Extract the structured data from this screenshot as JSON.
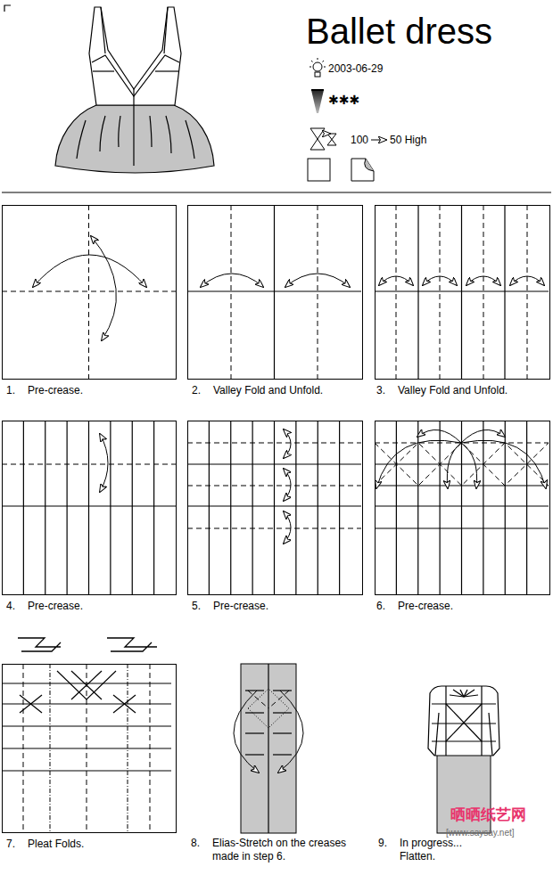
{
  "diagram": {
    "title": "Ballet dress",
    "nodes": [
      {
        "text": [
          "1.",
          "Pre-crease."
        ]
      },
      {
        "text": [
          "2.",
          "Valley Fold and Unfold."
        ]
      },
      {
        "text": [
          "3.",
          "Valley Fold and Unfold."
        ]
      },
      {
        "text": [
          "4.",
          "Pre-crease."
        ]
      },
      {
        "text": [
          "5.",
          "Pre-crease."
        ]
      },
      {
        "text": [
          "6.",
          "Pre-crease."
        ]
      },
      {
        "text": [
          "7.",
          "Pleat Folds."
        ]
      },
      {
        "text": [
          "8.",
          "Elias-Stretch on the creases made in step 6."
        ]
      },
      {
        "text": [
          "9.",
          "In progress... Flatten."
        ]
      }
    ],
    "labels": [
      "2003-06-29",
      "✱✱✱",
      "100",
      "50 High",
      "晒晒纸艺网",
      "[www.saysay.net]"
    ]
  }
}
